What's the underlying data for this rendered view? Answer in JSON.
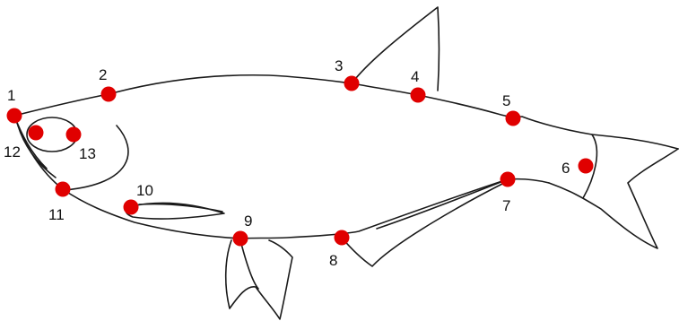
{
  "diagram": {
    "colors": {
      "outline": "#1a1a1a",
      "landmark": "#e00000",
      "label": "#111111"
    },
    "landmarks": [
      {
        "id": "1",
        "label": "1"
      },
      {
        "id": "2",
        "label": "2"
      },
      {
        "id": "3",
        "label": "3"
      },
      {
        "id": "4",
        "label": "4"
      },
      {
        "id": "5",
        "label": "5"
      },
      {
        "id": "6",
        "label": "6"
      },
      {
        "id": "7",
        "label": "7"
      },
      {
        "id": "8",
        "label": "8"
      },
      {
        "id": "9",
        "label": "9"
      },
      {
        "id": "10",
        "label": "10"
      },
      {
        "id": "11",
        "label": "11"
      },
      {
        "id": "12",
        "label": "12"
      },
      {
        "id": "13",
        "label": "13"
      }
    ]
  }
}
